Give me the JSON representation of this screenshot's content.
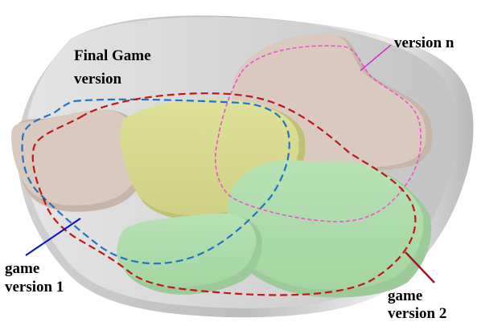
{
  "labels": {
    "final_game": [
      "Final Game",
      "version"
    ],
    "version_n": "version n",
    "game_version_1": [
      "game",
      "version 1"
    ],
    "game_version_2": [
      "game",
      "version 2"
    ]
  },
  "colors": {
    "platform_top": "#d6d6d6",
    "platform_side": "#c4c4c4",
    "beige_blob": "#d9c9bf",
    "yellow_blob": "#d8d98c",
    "green_blob": "#aedbab",
    "version_1_outline": "#1f74c4",
    "version_2_outline": "#c01616",
    "version_n_outline": "#ee4fc9",
    "pointer_version_1": "#0a12c8",
    "pointer_version_2": "#a01020",
    "pointer_version_n": "#d21ad2"
  }
}
